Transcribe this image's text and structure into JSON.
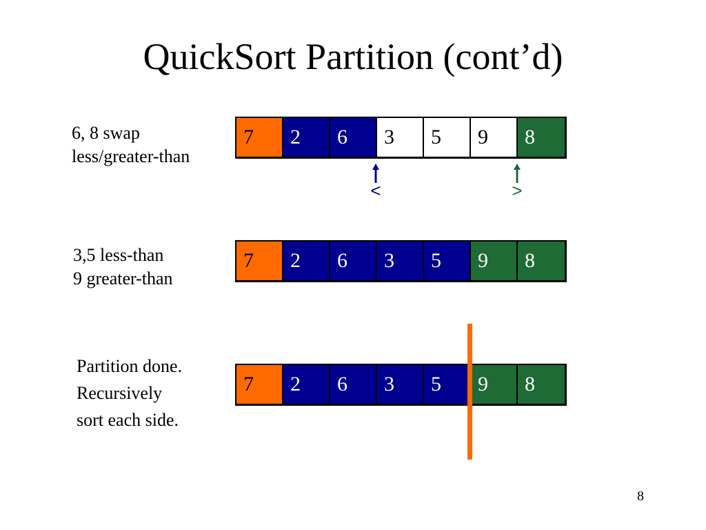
{
  "slide": {
    "title": "QuickSort Partition (cont’d)",
    "page_number": "8",
    "colors": {
      "pivot": "#ff6a00",
      "less_than": "#000090",
      "greater_than": "#1e6b36",
      "unprocessed": "#ffffff",
      "partition_line": "#ff6a00"
    }
  },
  "steps": [
    {
      "caption": [
        "6, 8 swap",
        "less/greater-than"
      ],
      "cells": [
        {
          "value": "7",
          "state": "pivot"
        },
        {
          "value": "2",
          "state": "less"
        },
        {
          "value": "6",
          "state": "less"
        },
        {
          "value": "3",
          "state": "unknown"
        },
        {
          "value": "5",
          "state": "unknown"
        },
        {
          "value": "9",
          "state": "unknown"
        },
        {
          "value": "8",
          "state": "greater"
        }
      ],
      "pointers": [
        {
          "symbol": "<",
          "cell_index": 3,
          "color": "#000090"
        },
        {
          "symbol": ">",
          "cell_index": 6,
          "color": "#1e6b36"
        }
      ]
    },
    {
      "caption": [
        "3,5 less-than",
        "9 greater-than"
      ],
      "cells": [
        {
          "value": "7",
          "state": "pivot"
        },
        {
          "value": "2",
          "state": "less"
        },
        {
          "value": "6",
          "state": "less"
        },
        {
          "value": "3",
          "state": "less"
        },
        {
          "value": "5",
          "state": "less"
        },
        {
          "value": "9",
          "state": "greater"
        },
        {
          "value": "8",
          "state": "greater"
        }
      ]
    },
    {
      "caption": [
        "Partition done.",
        "Recursively",
        "sort each side."
      ],
      "cells": [
        {
          "value": "7",
          "state": "pivot"
        },
        {
          "value": "2",
          "state": "less"
        },
        {
          "value": "6",
          "state": "less"
        },
        {
          "value": "3",
          "state": "less"
        },
        {
          "value": "5",
          "state": "less"
        },
        {
          "value": "9",
          "state": "greater"
        },
        {
          "value": "8",
          "state": "greater"
        }
      ],
      "partition_after_index": 4
    }
  ]
}
